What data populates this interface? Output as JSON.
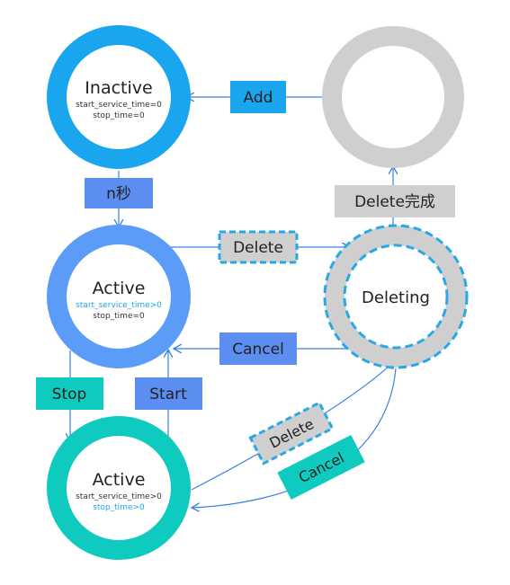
{
  "colors": {
    "inactive": "#1aa6ee",
    "active_running": "#5b9cf8",
    "active_stopped": "#0fcbbf",
    "deleted": "#cfcfcf",
    "deleting": "#cfcfcf",
    "dash_border": "#28a8e6",
    "arrow": "#3a7ee0",
    "label_blue": "#1aa6ee",
    "label_indigo": "#5b8ef0",
    "label_teal": "#0fcbbf",
    "label_gray": "#cfcfcf",
    "highlight_text": "#1aa6ee"
  },
  "states": {
    "inactive": {
      "title": "Inactive",
      "line1": "start_service_time=0",
      "line2": "stop_time=0"
    },
    "active_running": {
      "title": "Active",
      "line1": "start_service_time>0",
      "line2": "stop_time=0"
    },
    "active_stopped": {
      "title": "Active",
      "line1": "start_service_time>0",
      "line2": "stop_time>0"
    },
    "deleting": {
      "title": "Deleting"
    },
    "deleted": {
      "title": ""
    }
  },
  "edges": {
    "add": "Add",
    "n_seconds": "n秒",
    "delete_top": "Delete",
    "delete_complete": "Delete完成",
    "cancel_mid": "Cancel",
    "stop": "Stop",
    "start": "Start",
    "delete_bottom": "Delete",
    "cancel_bottom": "Cancel"
  }
}
